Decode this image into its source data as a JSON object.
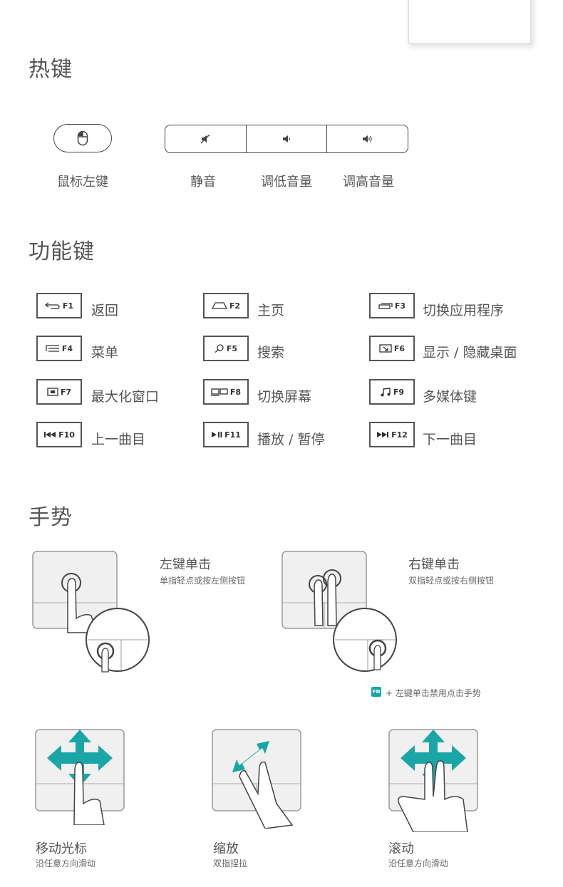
{
  "sections": {
    "hotkeys": "热键",
    "function_keys": "功能键",
    "gestures": "手势"
  },
  "hotkeys": [
    {
      "label": "鼠标左键",
      "icon": "mouse-icon"
    },
    {
      "label": "静音",
      "icon": "mute-icon"
    },
    {
      "label": "调低音量",
      "icon": "volume-down-icon"
    },
    {
      "label": "调高音量",
      "icon": "volume-up-icon"
    }
  ],
  "function_keys": [
    {
      "key": "F1",
      "label": "返回",
      "icon": "back-arrow-icon"
    },
    {
      "key": "F2",
      "label": "主页",
      "icon": "home-icon"
    },
    {
      "key": "F3",
      "label": "切换应用程序",
      "icon": "switch-app-icon"
    },
    {
      "key": "F4",
      "label": "菜单",
      "icon": "menu-icon"
    },
    {
      "key": "F5",
      "label": "搜索",
      "icon": "search-icon"
    },
    {
      "key": "F6",
      "label": "显示 / 隐藏桌面",
      "icon": "desktop-icon"
    },
    {
      "key": "F7",
      "label": "最大化窗口",
      "icon": "maximize-window-icon"
    },
    {
      "key": "F8",
      "label": "切换屏幕",
      "icon": "switch-screen-icon"
    },
    {
      "key": "F9",
      "label": "多媒体键",
      "icon": "music-note-icon"
    },
    {
      "key": "F10",
      "label": "上一曲目",
      "icon": "previous-track-icon"
    },
    {
      "key": "F11",
      "label": "播放 / 暂停",
      "icon": "play-pause-icon"
    },
    {
      "key": "F12",
      "label": "下一曲目",
      "icon": "next-track-icon"
    }
  ],
  "gestures": [
    {
      "title": "左键单击",
      "sub": "单指轻点或按左侧按钮"
    },
    {
      "title": "右键单击",
      "sub": "双指轻点或按右侧按钮"
    },
    {
      "title": "移动光标",
      "sub": "沿任意方向滑动"
    },
    {
      "title": "缩放",
      "sub": "双指捏拉"
    },
    {
      "title": "滚动",
      "sub": "沿任意方向滑动"
    }
  ],
  "fn_note": {
    "badge": "FN",
    "text": "+ 左键单击禁用点击手势"
  },
  "colors": {
    "accent": "#1aa6a6",
    "text": "#555555",
    "border": "#444444"
  }
}
